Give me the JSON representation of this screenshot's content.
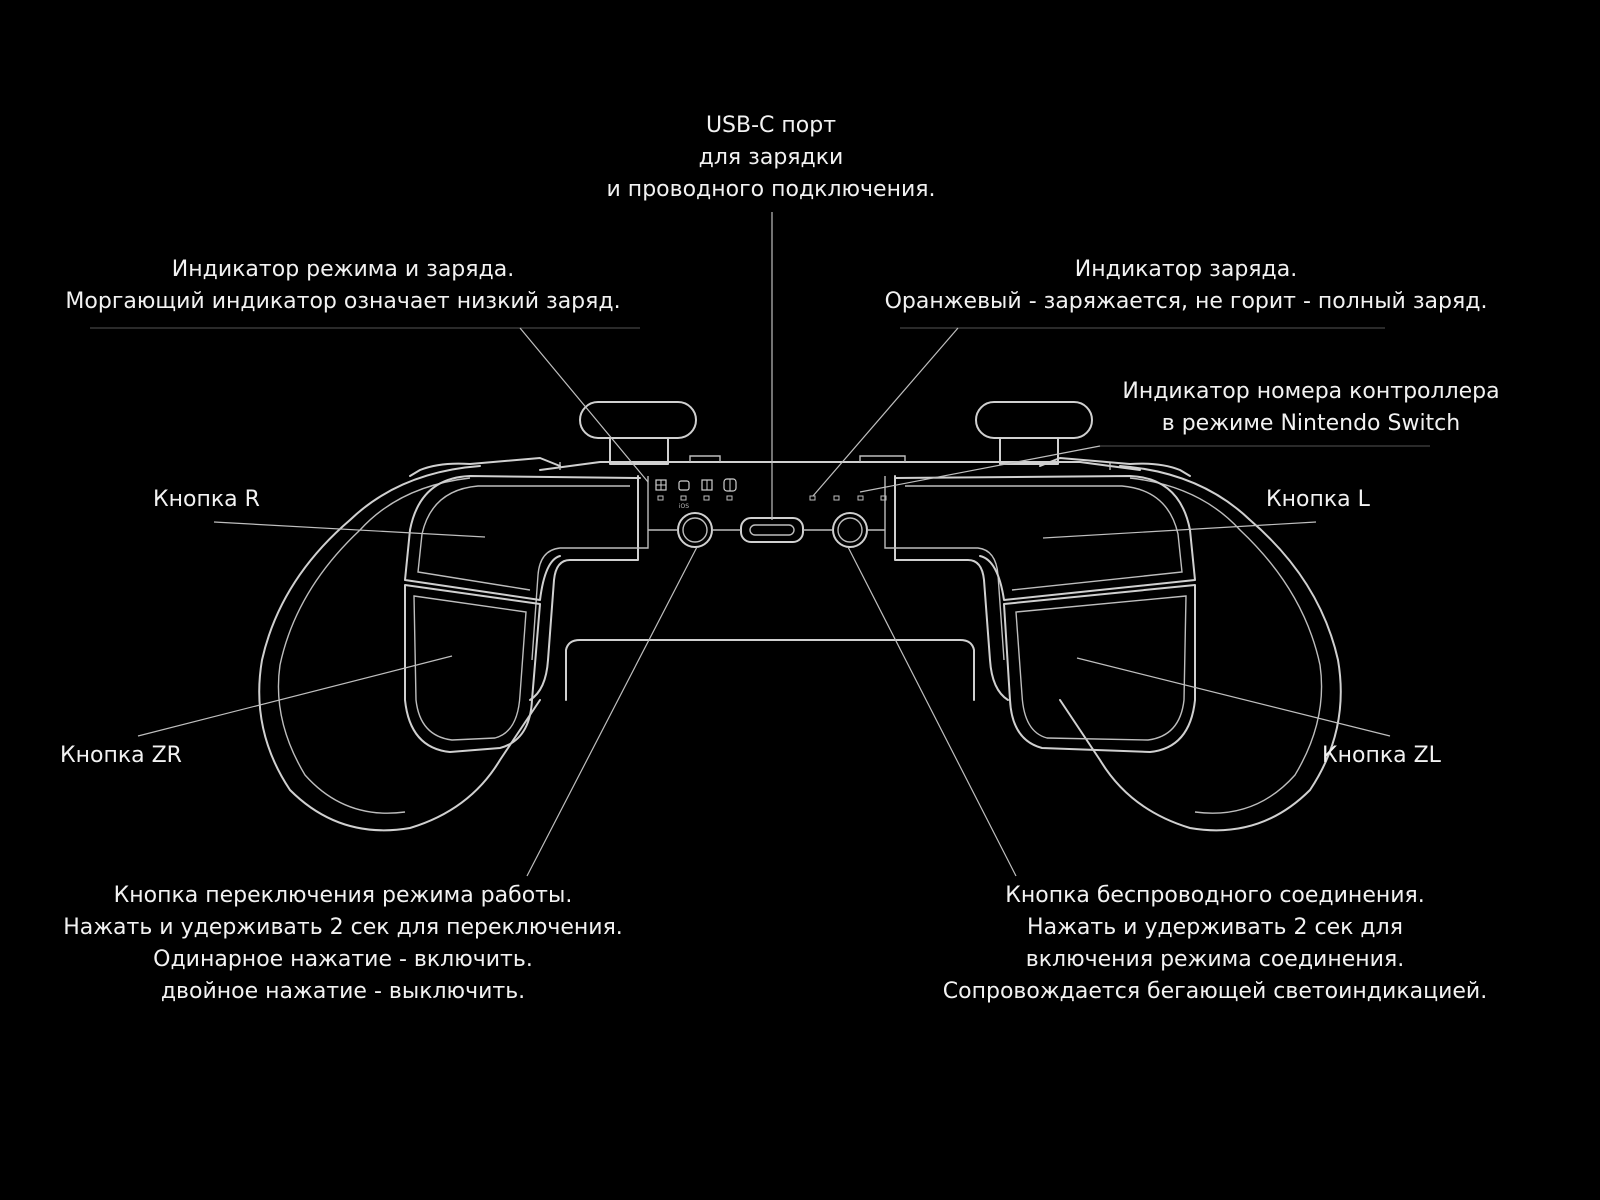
{
  "colors": {
    "background": "#000000",
    "text": "#f2f2f2",
    "outline": "#d0d0d0",
    "leader": "#bfbfbf"
  },
  "labels": {
    "usb_port": [
      "USB-C порт",
      "для зарядки",
      "и проводного подключения."
    ],
    "mode_indicator": [
      "Индикатор режима и заряда.",
      "Моргающий индикатор означает низкий заряд."
    ],
    "charge_indicator": [
      "Индикатор заряда.",
      "Оранжевый - заряжается, не горит - полный заряд."
    ],
    "controller_number": [
      "Индикатор номера контроллера",
      "в режиме Nintendo Switch"
    ],
    "button_r": "Кнопка R",
    "button_l": "Кнопка L",
    "button_zr": "Кнопка ZR",
    "button_zl": "Кнопка ZL",
    "mode_switch": [
      "Кнопка переключения режима работы.",
      "Нажать и удерживать 2 сек для переключения.",
      "Одинарное нажатие - включить.",
      "двойное нажатие - выключить."
    ],
    "wireless": [
      "Кнопка беспроводного соединения.",
      "Нажать и удерживать 2 сек для",
      "включения режима соединения.",
      "Сопровождается бегающей светоиндикацией."
    ]
  },
  "icons": {
    "mode_icons": [
      "windows-icon",
      "android-icon",
      "ios-windows-icon",
      "switch-icon"
    ],
    "ios_text": "iOS"
  }
}
